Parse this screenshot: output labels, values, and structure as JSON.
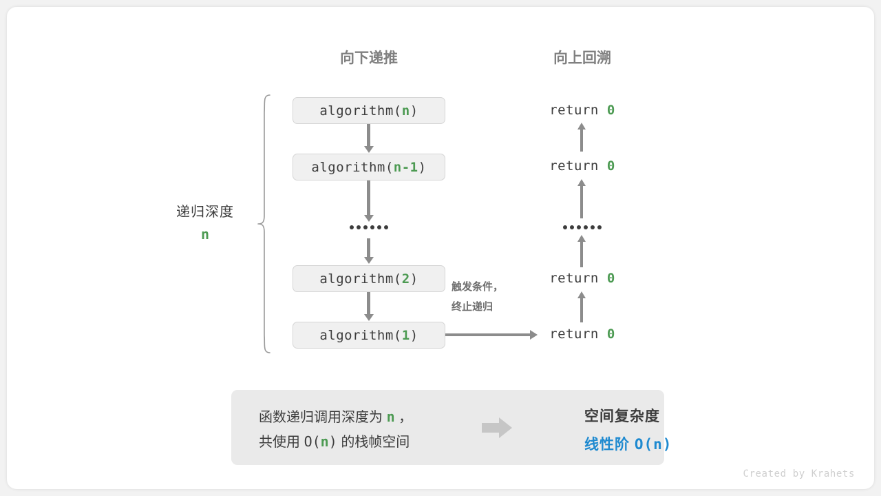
{
  "headings": {
    "down": "向下递推",
    "up": "向上回溯"
  },
  "depth": {
    "label": "递归深度",
    "value": "n"
  },
  "calls": [
    {
      "name": "algorithm(",
      "arg": "n",
      "close": ")"
    },
    {
      "name": "algorithm(",
      "arg": "n-1",
      "close": ")"
    },
    {
      "name": "algorithm(",
      "arg": "2",
      "close": ")"
    },
    {
      "name": "algorithm(",
      "arg": "1",
      "close": ")"
    }
  ],
  "ellipsis": "••••••",
  "returns": [
    {
      "keyword": "return",
      "value": "0"
    },
    {
      "keyword": "return",
      "value": "0"
    },
    {
      "keyword": "return",
      "value": "0"
    },
    {
      "keyword": "return",
      "value": "0"
    }
  ],
  "terminate_note": {
    "line1": "触发条件，",
    "line2": "终止递归"
  },
  "summary": {
    "left_line1_a": "函数递归调用深度为",
    "left_line1_hl": "n",
    "left_line1_b": "，",
    "left_line2_a": "共使用",
    "left_line2_open": "O(",
    "left_line2_hl": "n",
    "left_line2_close": ")",
    "left_line2_b": "的栈帧空间",
    "arrow_icon": "right-block-arrow",
    "right_line1": "空间复杂度",
    "right_line2_a": "线性阶",
    "right_line2_b": "O(n)"
  },
  "credit": "Created by Krahets",
  "colors": {
    "accent_green": "#4c9a52",
    "accent_blue": "#1f8ad0",
    "arrow_gray": "#8c8c8c",
    "box_fill": "#f0f0f0",
    "box_border": "#d5d5d5",
    "panel_fill": "#eaeaea",
    "text_dark": "#3c3c3c",
    "heading_gray": "#808080"
  }
}
